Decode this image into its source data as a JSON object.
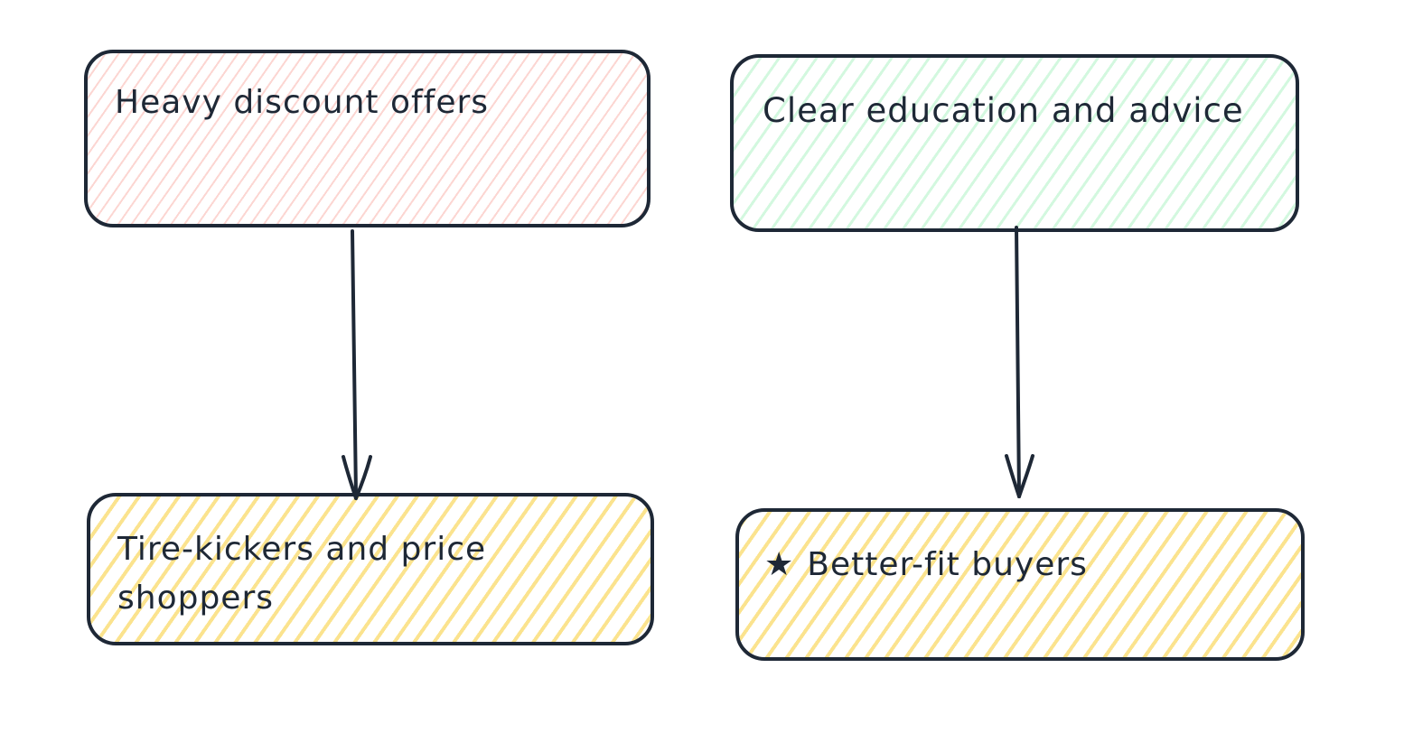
{
  "diagram": {
    "nodes": [
      {
        "id": "heavy-discount",
        "label": "Heavy discount offers",
        "fill": "#ffc9c9",
        "position": "top-left"
      },
      {
        "id": "clear-education",
        "label": "Clear education and advice",
        "fill": "#b2f2bb",
        "position": "top-right"
      },
      {
        "id": "tire-kickers",
        "label": "Tire-kickers and price shoppers",
        "fill": "#ffec99",
        "position": "bottom-left"
      },
      {
        "id": "better-fit",
        "icon": "★",
        "label": "Better-fit buyers",
        "fill": "#ffec99",
        "position": "bottom-right"
      }
    ],
    "edges": [
      {
        "from": "heavy-discount",
        "to": "tire-kickers"
      },
      {
        "from": "clear-education",
        "to": "better-fit"
      }
    ],
    "stroke_color": "#1e2836"
  }
}
